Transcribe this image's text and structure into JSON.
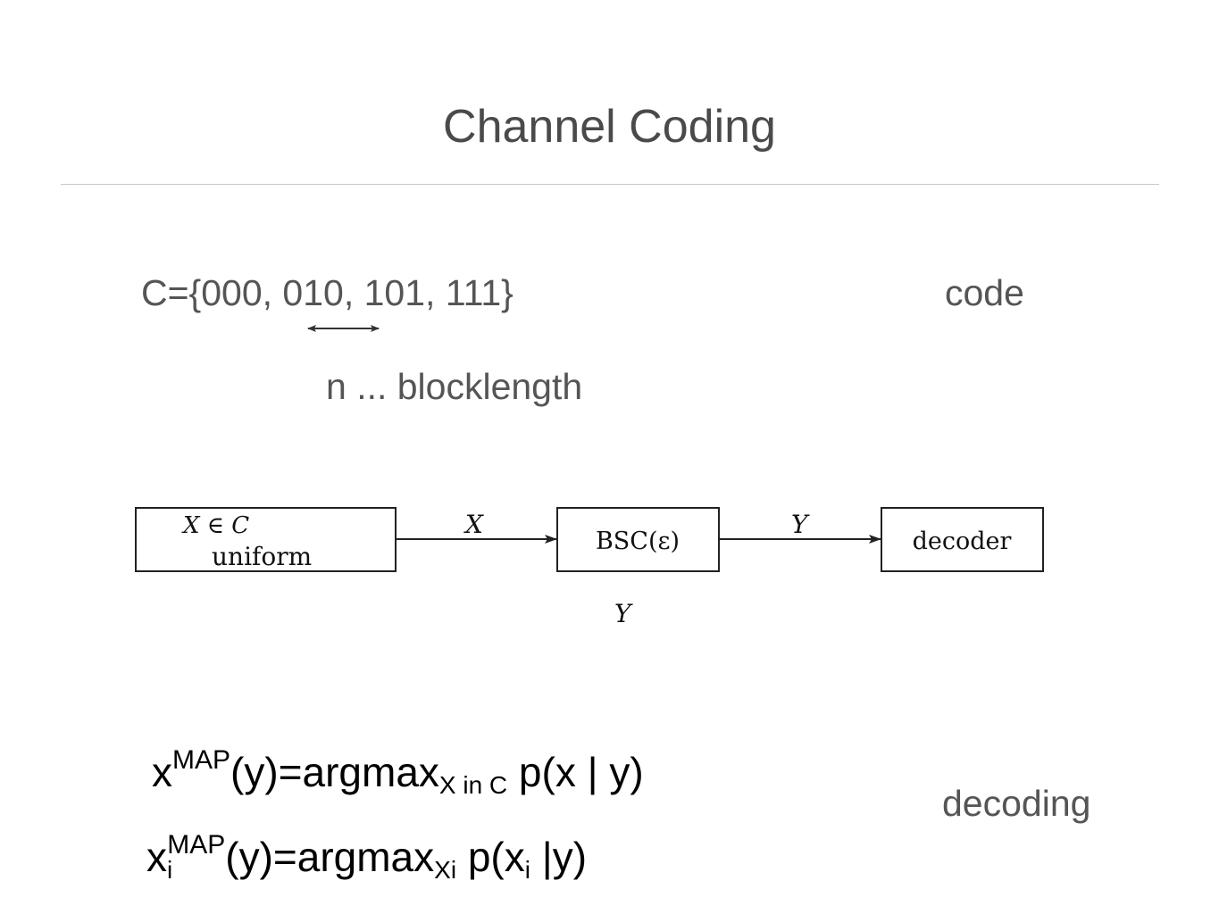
{
  "title": "Channel Coding",
  "code_set": "C={000, 010, 101, 111}",
  "code_label": "code",
  "blocklength_label": "n ... blocklength",
  "diagram": {
    "source_line1": "X ∈ C",
    "source_line2": "uniform",
    "edge1": "X",
    "channel": "BSC(ε)",
    "edge2": "Y",
    "decoder": "decoder",
    "below_channel": "Y"
  },
  "eq1": {
    "lhs": "x",
    "sup": "MAP",
    "mid": "(y)=argmax",
    "sub": "X in C",
    "rhs": " p(x | y)"
  },
  "eq2": {
    "lhs": "x",
    "sub_i": "i",
    "sup": "MAP",
    "mid": "(y)=argmax",
    "sub": "Xi",
    "rhs1": " p(x",
    "sub_i2": "i",
    "rhs2": " |y)"
  },
  "decoding_label": "decoding"
}
